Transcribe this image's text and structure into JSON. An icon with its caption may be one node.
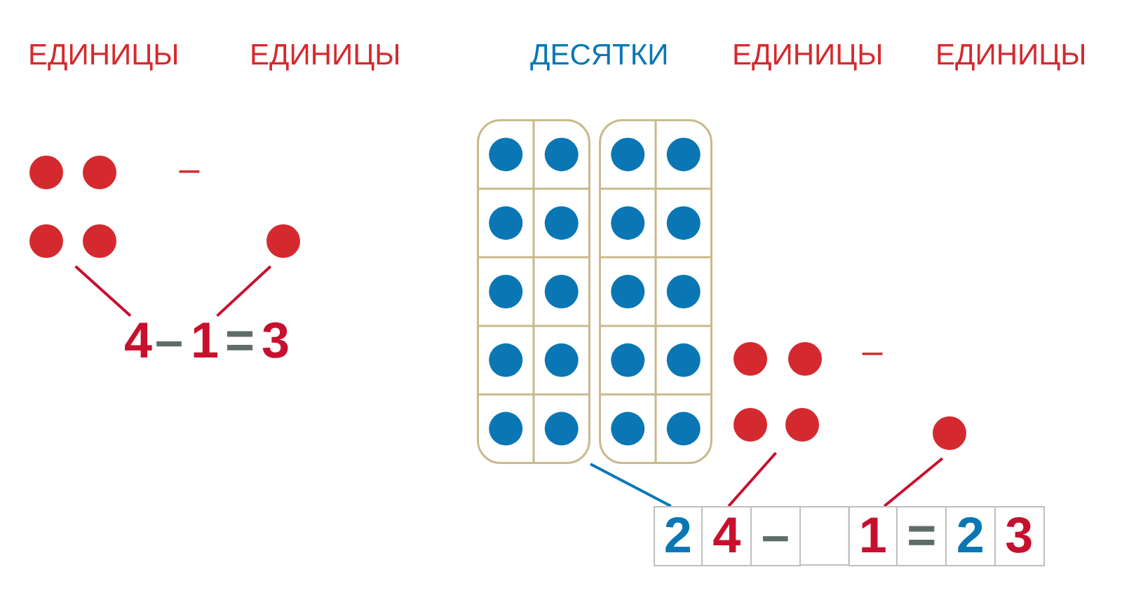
{
  "diagram": {
    "nodes": [
      {
        "text": [],
        "shape": "circle"
      },
      {
        "text": [],
        "shape": "circle"
      },
      {
        "text": [
          "4"
        ]
      },
      {
        "text": [
          "1"
        ]
      },
      {
        "text": [],
        "shape": "box"
      },
      {
        "text": [],
        "shape": "box"
      },
      {
        "text": [],
        "shape": "circle"
      },
      {
        "text": [],
        "shape": "circle"
      },
      {
        "text": [
          "2"
        ]
      },
      {
        "text": [
          "4"
        ]
      },
      {
        "text": [
          "–"
        ]
      },
      {
        "text": [],
        "shape": "box"
      },
      {
        "text": [
          "1"
        ]
      },
      {
        "text": [
          "="
        ]
      },
      {
        "text": [
          "2"
        ]
      },
      {
        "text": [
          "3"
        ]
      }
    ],
    "edges": [
      {
        "from": 0,
        "to": 2,
        "arrow": "none"
      },
      {
        "from": 1,
        "to": 3,
        "arrow": "none"
      },
      {
        "from": 4,
        "to": 8,
        "arrow": "none",
        "color": "#0a77b4"
      },
      {
        "from": 6,
        "to": 9,
        "arrow": "none"
      },
      {
        "from": 7,
        "to": 12,
        "arrow": "none"
      }
    ],
    "labels": [
      "ЕДИНИЦЫ",
      "ЕДИНИЦЫ",
      "ДЕСЯТКИ",
      "ЕДИНИЦЫ",
      "ЕДИНИЦЫ",
      "–",
      "–",
      "=",
      "3",
      "–"
    ]
  }
}
